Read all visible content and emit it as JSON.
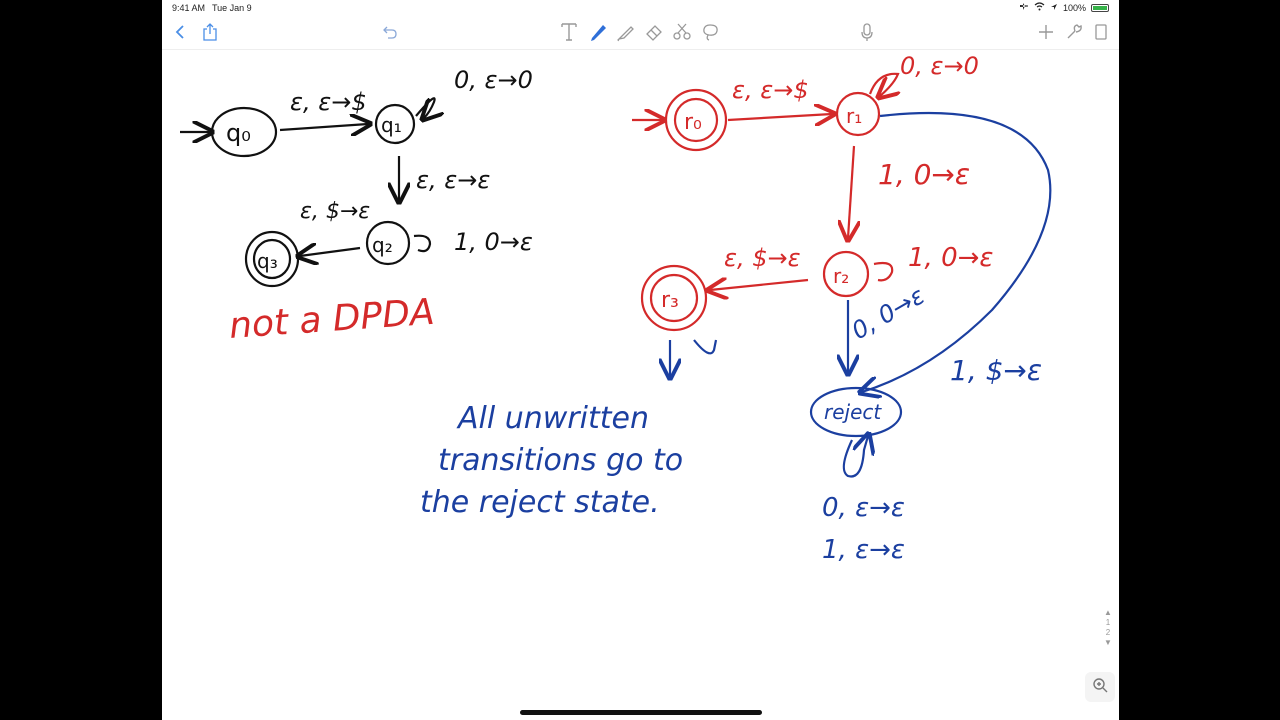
{
  "status_bar": {
    "time": "9:41 AM",
    "date": "Tue Jan 9",
    "battery_percent": "100%"
  },
  "toolbar": {
    "back_icon": "chevron-left-icon",
    "share_icon": "share-icon",
    "undo_icon": "undo-icon",
    "tools": [
      "text-tool-icon",
      "pen-tool-icon",
      "highlighter-tool-icon",
      "eraser-tool-icon",
      "scissors-tool-icon",
      "lasso-tool-icon"
    ],
    "mic_icon": "microphone-icon",
    "right_icons": [
      "add-icon",
      "wrench-icon",
      "page-icon"
    ],
    "accent_color": "#4a8ee6"
  },
  "colors": {
    "ink_black": "#111111",
    "ink_red": "#d42a2a",
    "ink_blue": "#1b3fa0"
  },
  "pda1": {
    "states": [
      "q0",
      "q1",
      "q2",
      "q3"
    ],
    "state_labels": {
      "q0": "q₀",
      "q1": "q₁",
      "q2": "q₂",
      "q3": "q₃"
    },
    "transitions": {
      "q0_q1": "ε, ε→$",
      "q1_loop": "0, ε→0",
      "q1_q2": "ε, ε→ε",
      "q2_q3": "ε, $→ε",
      "q2_loop": "1, 0→ε"
    },
    "note": "not a DPDA"
  },
  "pda2": {
    "state_labels": {
      "r0": "r₀",
      "r1": "r₁",
      "r2": "r₂",
      "r3": "r₃",
      "reject": "reject"
    },
    "transitions": {
      "r0_r1": "ε, ε→$",
      "r1_loop": "0, ε→0",
      "r1_r2": "1, 0→ε",
      "r2_loop": "1, 0→ε",
      "r2_r3": "ε, $→ε",
      "r2_reject": "0, 0→ε",
      "r1_reject": "1, $→ε",
      "reject_loop_1": "0, ε→ε",
      "reject_loop_2": "1, ε→ε"
    },
    "note_lines": [
      "All unwritten",
      "transitions go to",
      "the reject state."
    ]
  },
  "page_indicator": {
    "up": "▲",
    "current": "1",
    "total": "2",
    "down": "▼"
  }
}
